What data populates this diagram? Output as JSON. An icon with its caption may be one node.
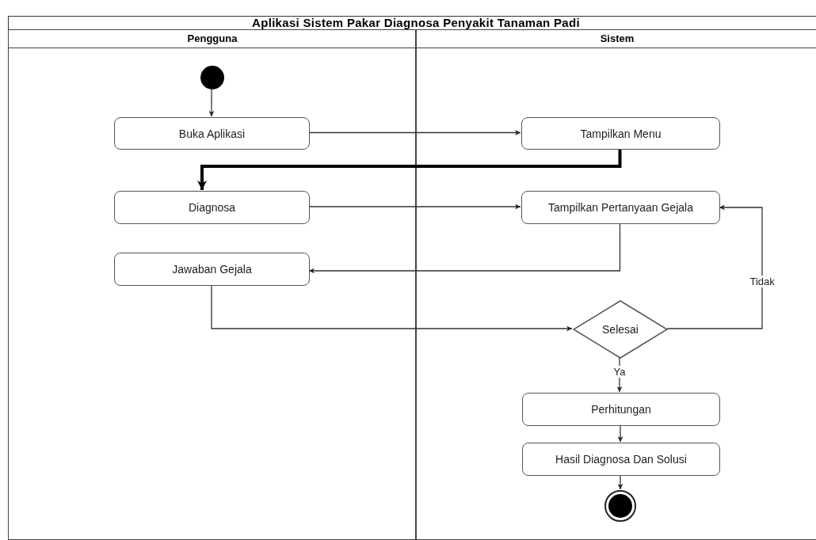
{
  "diagram": {
    "title": "Aplikasi Sistem Pakar Diagnosa Penyakit Tanaman Padi",
    "nodes": [
      {
        "text": [
          "Pengguna"
        ]
      },
      {
        "text": [
          "Sistem"
        ]
      },
      {
        "text": [],
        "shape": "circle",
        "in": 0
      },
      {
        "text": [
          "Buka Aplikasi"
        ],
        "in": 0
      },
      {
        "text": [
          "Tampilkan Menu"
        ],
        "in": 1
      },
      {
        "text": [
          "Diagnosa"
        ],
        "in": 0
      },
      {
        "text": [
          "Tampilkan Pertanyaan Gejala"
        ],
        "in": 1
      },
      {
        "text": [
          "Jawaban Gejala"
        ],
        "in": 0
      },
      {
        "text": [
          "Selesai"
        ],
        "in": 1
      },
      {
        "text": [
          "Perhitungan"
        ],
        "in": 1
      },
      {
        "text": [
          "Hasil Diagnosa Dan Solusi"
        ],
        "in": 1
      },
      {
        "text": [],
        "shape": "circle",
        "in": 1
      }
    ],
    "edges": [
      {
        "from": 2,
        "to": 3,
        "arrow": "to"
      },
      {
        "from": 3,
        "to": 4,
        "arrow": "to"
      },
      {
        "from": 4,
        "to": 5,
        "arrow": "to",
        "style": "thick"
      },
      {
        "from": 5,
        "to": 6,
        "arrow": "to"
      },
      {
        "from": 6,
        "to": 7,
        "arrow": "to"
      },
      {
        "from": 7,
        "to": 8,
        "arrow": "to"
      },
      {
        "from": 8,
        "to": 6,
        "arrow": "to",
        "label": "Tidak"
      },
      {
        "from": 8,
        "to": 9,
        "arrow": "to",
        "label": "Ya"
      },
      {
        "from": 9,
        "to": 10,
        "arrow": "to"
      },
      {
        "from": 10,
        "to": 11,
        "arrow": "to"
      }
    ]
  }
}
